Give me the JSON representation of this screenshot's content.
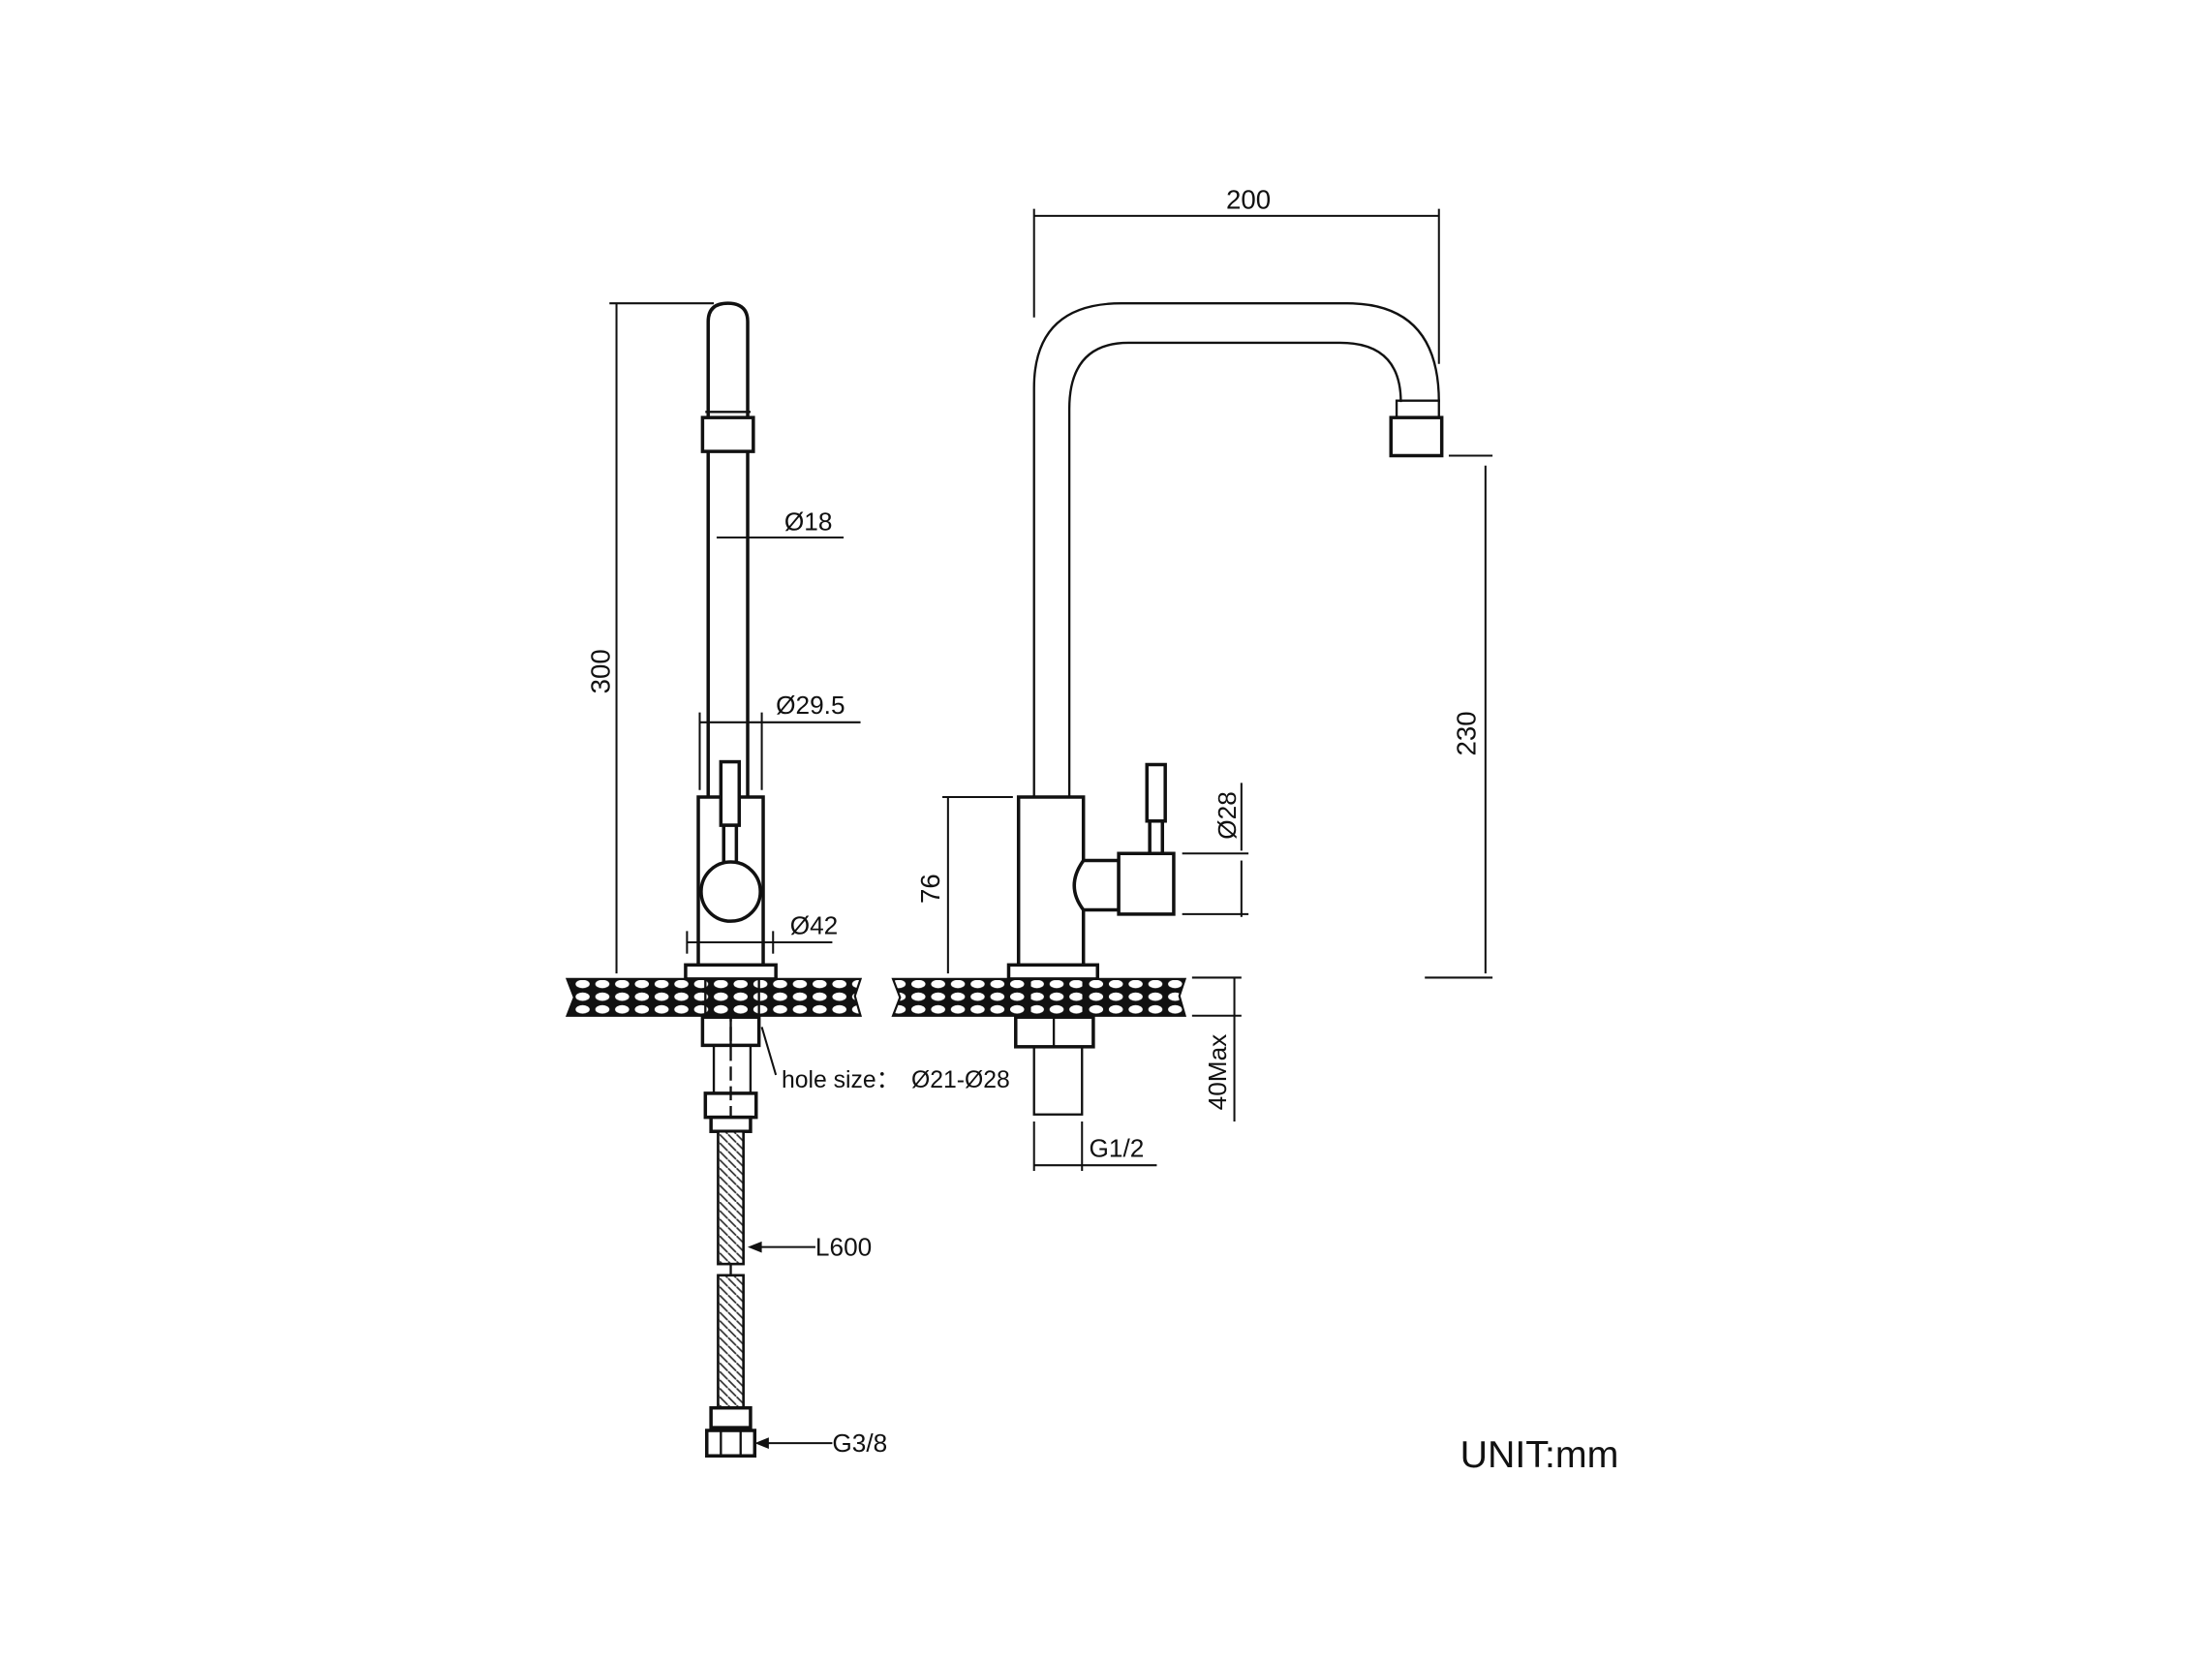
{
  "drawing": {
    "side_view": {
      "height_label": "300",
      "spout_diameter_label": "Ø18",
      "body_diameter_label": "Ø29.5",
      "base_diameter_label": "Ø42",
      "hole_size_label": "hole size：",
      "hole_size_value": "Ø21-Ø28",
      "hose_length_label": "L600",
      "hose_thread_label": "G3/8"
    },
    "front_view": {
      "reach_label": "200",
      "spout_height_label": "230",
      "handle_diameter_label": "Ø28",
      "body_height_label": "76",
      "max_counter_thickness_label": "40Max",
      "shank_thread_label": "G1/2"
    },
    "unit_label": "UNIT:mm",
    "colors": {
      "line": "#111111",
      "background": "#ffffff"
    }
  }
}
